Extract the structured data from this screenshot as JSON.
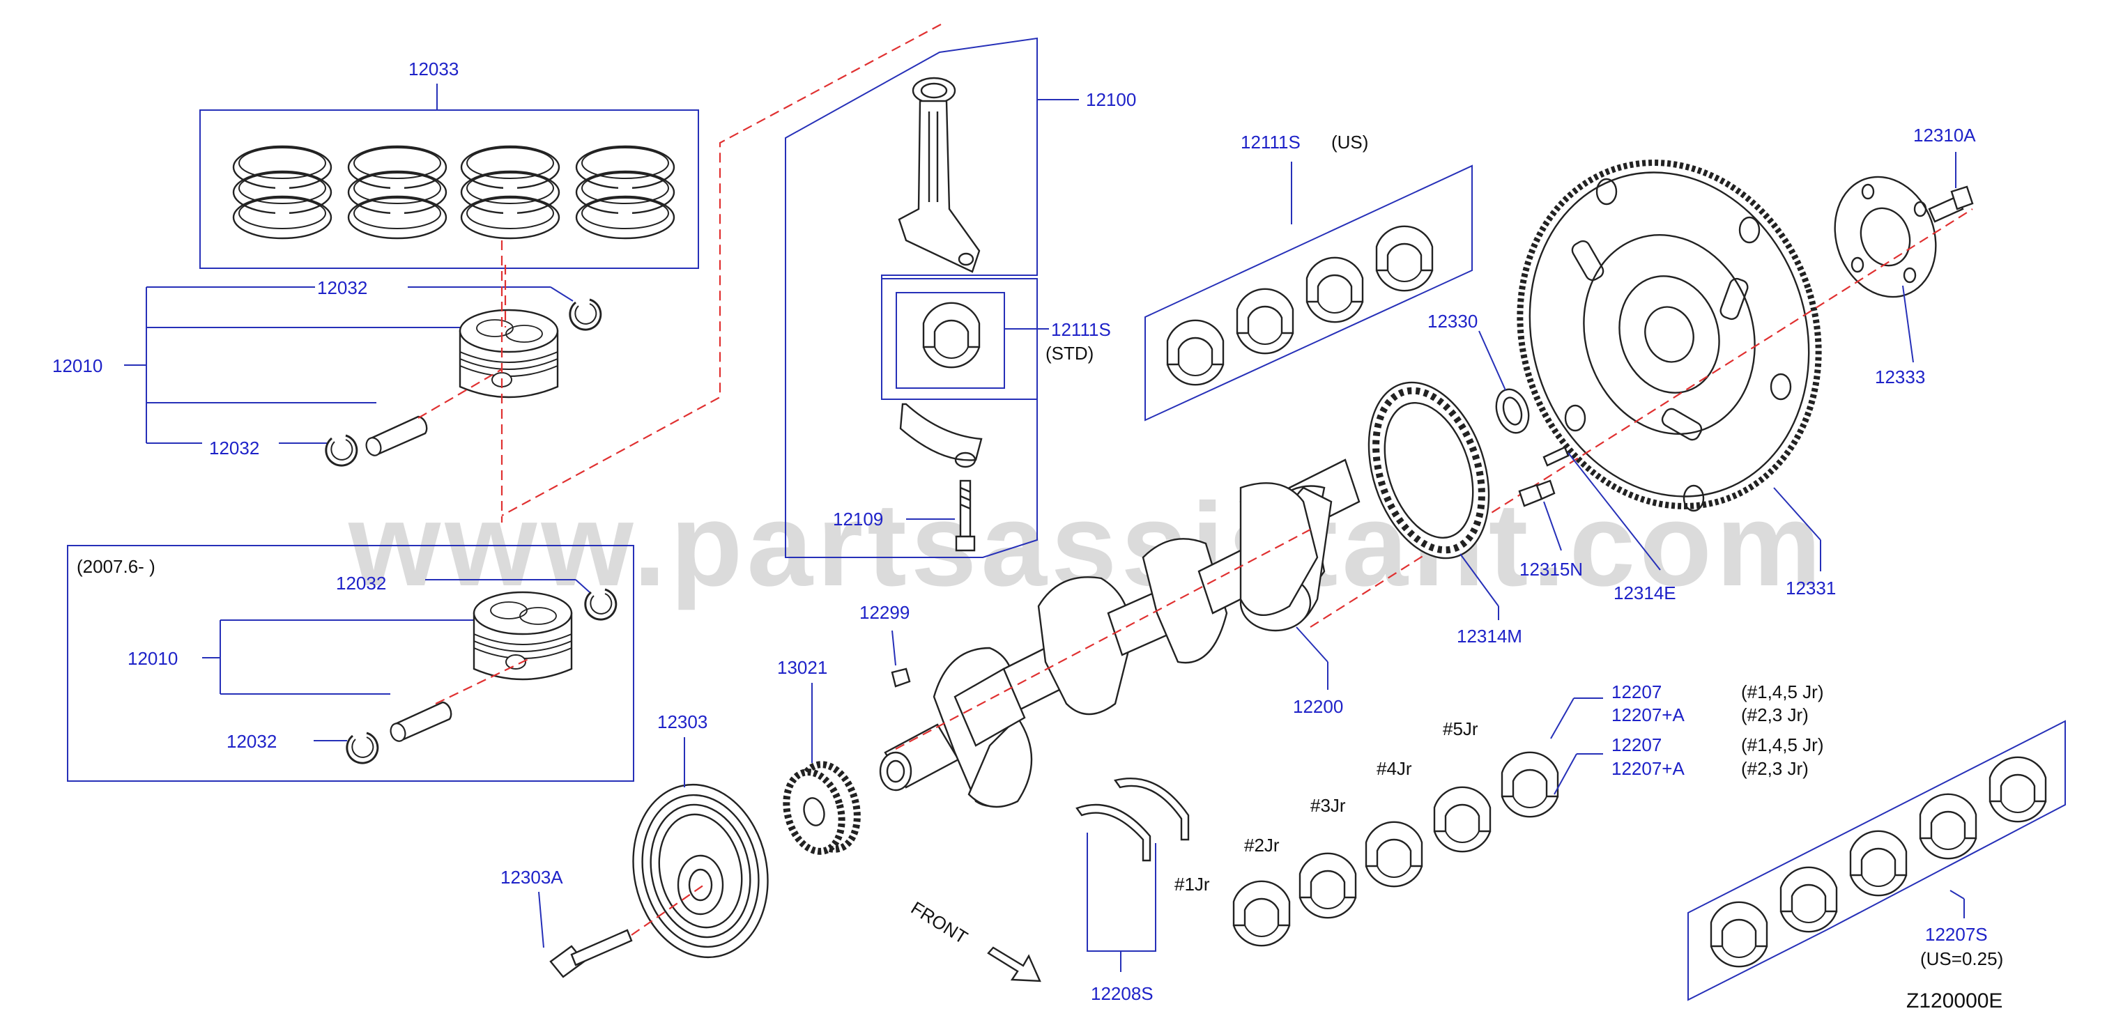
{
  "diagram": {
    "code": "Z120000E",
    "watermark": "www.partsassistant.com",
    "front_label": "FRONT",
    "colors": {
      "label": "#1e22c8",
      "leader": "#2630b8",
      "centerline": "#e03030",
      "drawing": "#222222"
    },
    "labels": {
      "p12033": "12033",
      "p12032_a": "12032",
      "p12010_a": "12010",
      "p12032_b": "12032",
      "inset_date": "(2007.6-          )",
      "p12032_c": "12032",
      "p12010_b": "12010",
      "p12032_d": "12032",
      "p12100": "12100",
      "p12111S_std": "12111S",
      "std": "(STD)",
      "p12109": "12109",
      "p12111S_us": "12111S",
      "us": "(US)",
      "p12330": "12330",
      "p12310A": "12310A",
      "p12333": "12333",
      "p12315N": "12315N",
      "p12314E": "12314E",
      "p12331": "12331",
      "p12314M": "12314M",
      "p12200": "12200",
      "p12299": "12299",
      "p13021": "13021",
      "p12303": "12303",
      "p12303A": "12303A",
      "p12208S": "12208S",
      "jr1": "#1Jr",
      "jr2": "#2Jr",
      "jr3": "#3Jr",
      "jr4": "#4Jr",
      "jr5": "#5Jr",
      "p12207_a": "12207",
      "p12207A_a": "12207+A",
      "p12207_b": "12207",
      "p12207A_b": "12207+A",
      "jr145_a": "(#1,4,5   Jr)",
      "jr23_a": "(#2,3   Jr)",
      "jr145_b": "(#1,4,5   Jr)",
      "jr23_b": "(#2,3   Jr)",
      "p12207S": "12207S",
      "us025": "(US=0.25)"
    }
  }
}
